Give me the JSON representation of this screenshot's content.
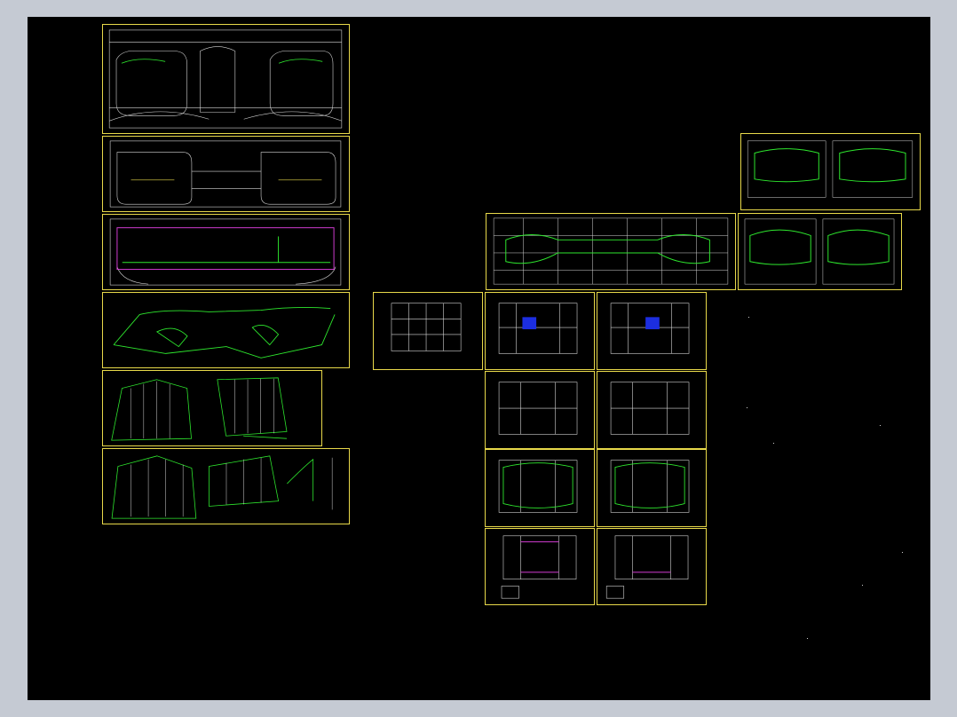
{
  "app": {
    "description_shown": ""
  },
  "colors": {
    "frame": "#e8d94a",
    "line_white": "#d8d8d8",
    "line_green": "#2ee82e",
    "line_yellow": "#e8d94a",
    "line_magenta": "#d23cd2",
    "fill_blue": "#1c2ee0",
    "background": "#000000",
    "desktop": "#c5cad3"
  },
  "sheets": [
    {
      "id": "s1",
      "kind": "plan-wide-curved"
    },
    {
      "id": "s2",
      "kind": "plan-wide-curved"
    },
    {
      "id": "s3",
      "kind": "plan-wide-magenta"
    },
    {
      "id": "s4",
      "kind": "perspective-green"
    },
    {
      "id": "s5",
      "kind": "elevation-green"
    },
    {
      "id": "s6",
      "kind": "elevation-green"
    },
    {
      "id": "s7",
      "kind": "small-plan"
    },
    {
      "id": "s8",
      "kind": "small-plan-blue"
    },
    {
      "id": "s9",
      "kind": "small-plan-blue"
    },
    {
      "id": "s10",
      "kind": "small-plan"
    },
    {
      "id": "s11",
      "kind": "small-plan"
    },
    {
      "id": "s12",
      "kind": "small-plan-green"
    },
    {
      "id": "s13",
      "kind": "small-plan-green"
    },
    {
      "id": "s14",
      "kind": "small-plan-magenta"
    },
    {
      "id": "s15",
      "kind": "small-plan-magenta"
    },
    {
      "id": "s16",
      "kind": "wide-plan-green"
    },
    {
      "id": "s17",
      "kind": "double-plan-green"
    },
    {
      "id": "s18",
      "kind": "double-plan-green"
    }
  ]
}
